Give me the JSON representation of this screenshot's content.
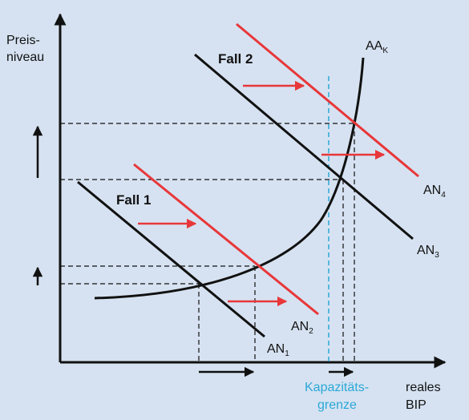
{
  "axes": {
    "y_label_line1": "Preis-",
    "y_label_line2": "niveau",
    "x_label_line1": "reales",
    "x_label_line2": "BIP"
  },
  "cases": {
    "case1": "Fall 1",
    "case2": "Fall 2"
  },
  "curves": {
    "aa": {
      "main": "AA",
      "sub": "K"
    },
    "an1": {
      "main": "AN",
      "sub": "1"
    },
    "an2": {
      "main": "AN",
      "sub": "2"
    },
    "an3": {
      "main": "AN",
      "sub": "3"
    },
    "an4": {
      "main": "AN",
      "sub": "4"
    }
  },
  "capacity": {
    "line1": "Kapazitäts-",
    "line2": "grenze"
  },
  "colors": {
    "background": "#d6e2f1",
    "black": "#111111",
    "red": "#e8373a",
    "capacity": "#2aa8d8"
  }
}
